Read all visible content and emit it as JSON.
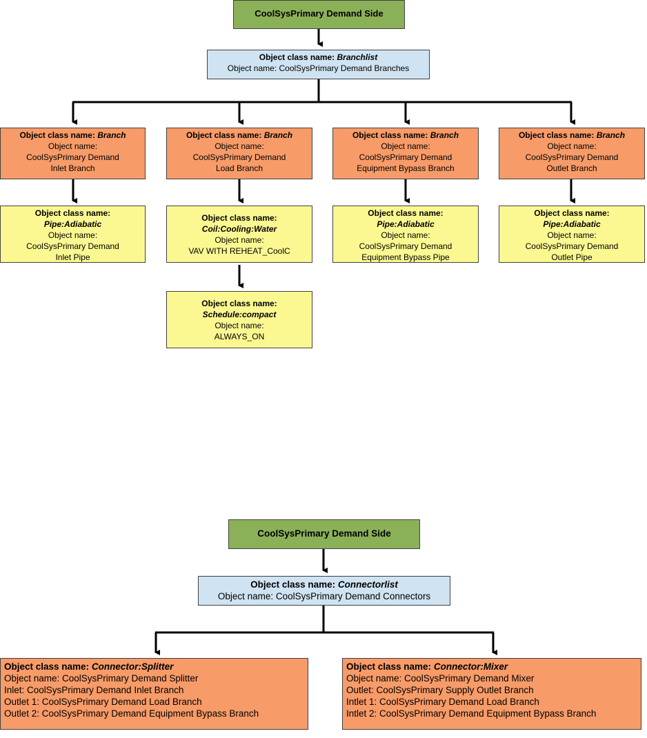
{
  "colors": {
    "root": "#8bb158",
    "list": "#cfe3f2",
    "branch": "#f79b68",
    "component": "#fbf891",
    "connector": "#404040"
  },
  "top": {
    "root": {
      "label": "CoolSysPrimary Demand Side"
    },
    "list": {
      "class_prefix": "Object class name:",
      "class_name": "Branchlist",
      "object_line": "Object name: CoolSysPrimary Demand Branches"
    },
    "branches": [
      {
        "class_prefix": "Object class name:",
        "class_name": "Branch",
        "lines": [
          "Object name:",
          "CoolSysPrimary Demand",
          "Inlet Branch"
        ]
      },
      {
        "class_prefix": "Object class name:",
        "class_name": "Branch",
        "lines": [
          "Object name:",
          "CoolSysPrimary Demand",
          "Load Branch"
        ]
      },
      {
        "class_prefix": "Object class name:",
        "class_name": "Branch",
        "lines": [
          "Object name:",
          "CoolSysPrimary Demand",
          "Equipment Bypass Branch"
        ]
      },
      {
        "class_prefix": "Object class name:",
        "class_name": "Branch",
        "lines": [
          "Object name:",
          "CoolSysPrimary Demand",
          "Outlet Branch"
        ]
      }
    ],
    "components": [
      {
        "class_prefix": "Object class name:",
        "class_name": "Pipe:Adiabatic",
        "lines": [
          "Object name:",
          "CoolSysPrimary Demand",
          "Inlet Pipe"
        ]
      },
      {
        "class_prefix": "Object class name:",
        "class_name": "Coil:Cooling:Water",
        "lines": [
          "Object name:",
          "VAV WITH REHEAT_CoolC"
        ]
      },
      {
        "class_prefix": "Object class name:",
        "class_name": "Pipe:Adiabatic",
        "lines": [
          "Object name:",
          "CoolSysPrimary Demand",
          "Equipment Bypass Pipe"
        ]
      },
      {
        "class_prefix": "Object class name:",
        "class_name": "Pipe:Adiabatic",
        "lines": [
          "Object name:",
          "CoolSysPrimary Demand",
          "Outlet Pipe"
        ]
      }
    ],
    "schedule": {
      "class_prefix": "Object class name:",
      "class_name": "Schedule:compact",
      "lines": [
        "Object name:",
        "ALWAYS_ON"
      ]
    }
  },
  "bottom": {
    "root": {
      "label": "CoolSysPrimary Demand Side"
    },
    "list": {
      "class_prefix": "Object class name:",
      "class_name": "Connectorlist",
      "object_line": "Object name: CoolSysPrimary Demand Connectors"
    },
    "splitter": {
      "class_prefix": "Object class name:",
      "class_name": "Connector:Splitter",
      "lines": [
        "Object name: CoolSysPrimary Demand Splitter",
        "Inlet: CoolSysPrimary Demand Inlet Branch",
        "Outlet 1: CoolSysPrimary Demand Load Branch",
        "Outlet 2: CoolSysPrimary Demand Equipment Bypass Branch"
      ]
    },
    "mixer": {
      "class_prefix": "Object class name:",
      "class_name": "Connector:Mixer",
      "lines": [
        "Object name: CoolSysPrimary Demand Mixer",
        "Outlet: CoolSysPrimary Supply Outlet Branch",
        "Intlet 1: CoolSysPrimary Demand Load Branch",
        "Intlet 2: CoolSysPrimary Demand Equipment Bypass Branch"
      ]
    }
  }
}
